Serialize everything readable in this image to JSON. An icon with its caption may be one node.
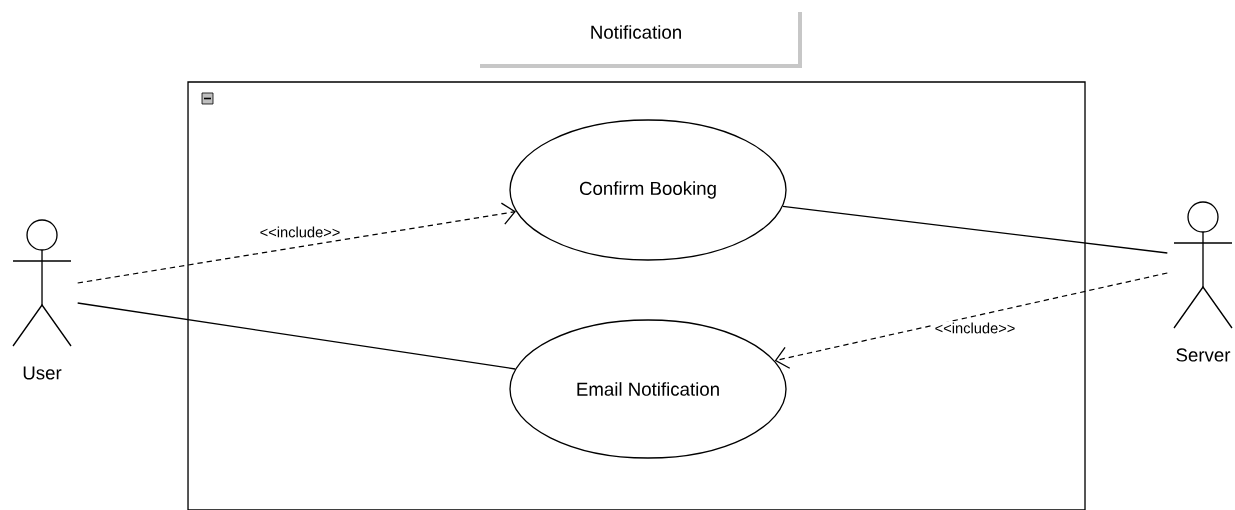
{
  "diagram": {
    "title": "Notification",
    "nodes": [
      {
        "text": [],
        "shape": "box"
      },
      {
        "text": [
          "User"
        ]
      },
      {
        "text": [
          "Confirm Booking"
        ],
        "in": 0
      },
      {
        "text": [
          "Email Notification"
        ],
        "in": 0
      },
      {
        "text": [
          "Server"
        ]
      }
    ],
    "edges": [
      {
        "from": 1,
        "to": 2,
        "arrow": "to",
        "style": "dashed",
        "label": "<<include>>"
      },
      {
        "from": 1,
        "to": 3,
        "arrow": "none"
      },
      {
        "from": 2,
        "to": 4,
        "arrow": "none"
      },
      {
        "from": 4,
        "to": 3,
        "arrow": "to",
        "style": "dashed",
        "label": "<<include>>"
      }
    ]
  }
}
